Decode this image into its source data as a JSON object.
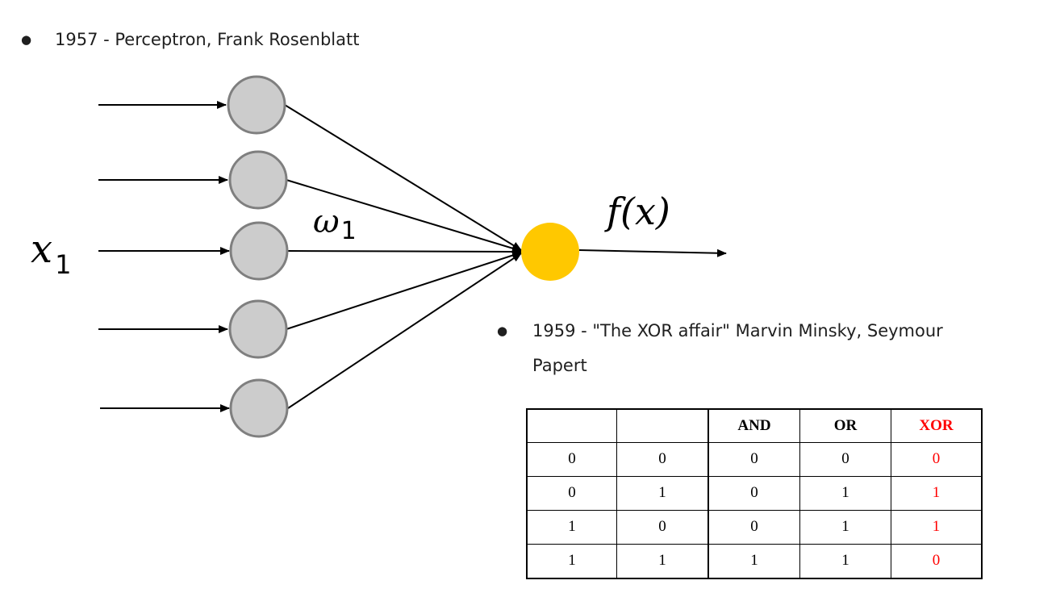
{
  "bullets": [
    {
      "text": "1957 - Perceptron, Frank Rosenblatt"
    },
    {
      "text_line1": "1959 - \"The XOR affair\" Marvin Minsky, Seymour",
      "text_line2": "Papert"
    }
  ],
  "bullet_glyph": "●",
  "diagram": {
    "input_label_base": "x",
    "input_label_sub": "1",
    "weight_label_base": "ω",
    "weight_label_sub": "1",
    "output_label": "f(x)",
    "input_node_count": 5,
    "colors": {
      "input_node_fill": "#cccccc",
      "input_node_stroke": "#7f7f7f",
      "output_node_fill": "#ffc800",
      "line": "#000000"
    }
  },
  "truth_table": {
    "headers": [
      "",
      "",
      "AND",
      "OR",
      "XOR"
    ],
    "rows": [
      [
        "0",
        "0",
        "0",
        "0",
        "0"
      ],
      [
        "0",
        "1",
        "0",
        "1",
        "1"
      ],
      [
        "1",
        "0",
        "0",
        "1",
        "1"
      ],
      [
        "1",
        "1",
        "1",
        "1",
        "0"
      ]
    ],
    "highlight_color": "#ff0000"
  }
}
